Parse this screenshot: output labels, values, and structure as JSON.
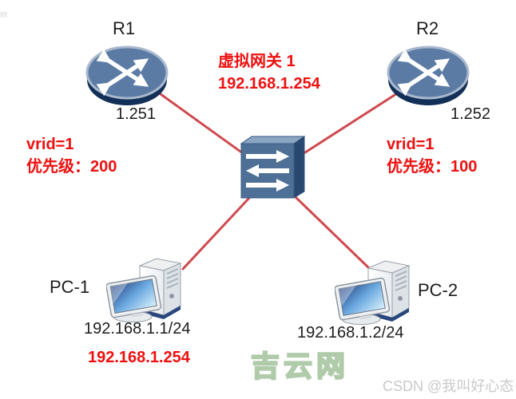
{
  "diagram": {
    "virtual_gateway": {
      "title": "虚拟网关 1",
      "ip": "192.168.1.254"
    },
    "r1": {
      "name": "R1",
      "port_ip": "1.251",
      "vrid": "vrid=1",
      "priority": "优先级：200"
    },
    "r2": {
      "name": "R2",
      "port_ip": "1.252",
      "vrid": "vrid=1",
      "priority": "优先级：100"
    },
    "pc1": {
      "name": "PC-1",
      "ip": "192.168.1.1/24",
      "gateway": "192.168.1.254"
    },
    "pc2": {
      "name": "PC-2",
      "ip": "192.168.1.2/24"
    }
  },
  "watermarks": {
    "site": "吉云网",
    "author": "CSDN @我叫好心态"
  },
  "colors": {
    "red_text": "#ee1010",
    "link_line": "#cf4a50",
    "router_top": "#5b7ba5",
    "router_base": "#123057",
    "switch_front": "#4e7096",
    "switch_side": "#29486f",
    "switch_top": "#8aa5c2",
    "watermark_green": "#afcbaa"
  }
}
